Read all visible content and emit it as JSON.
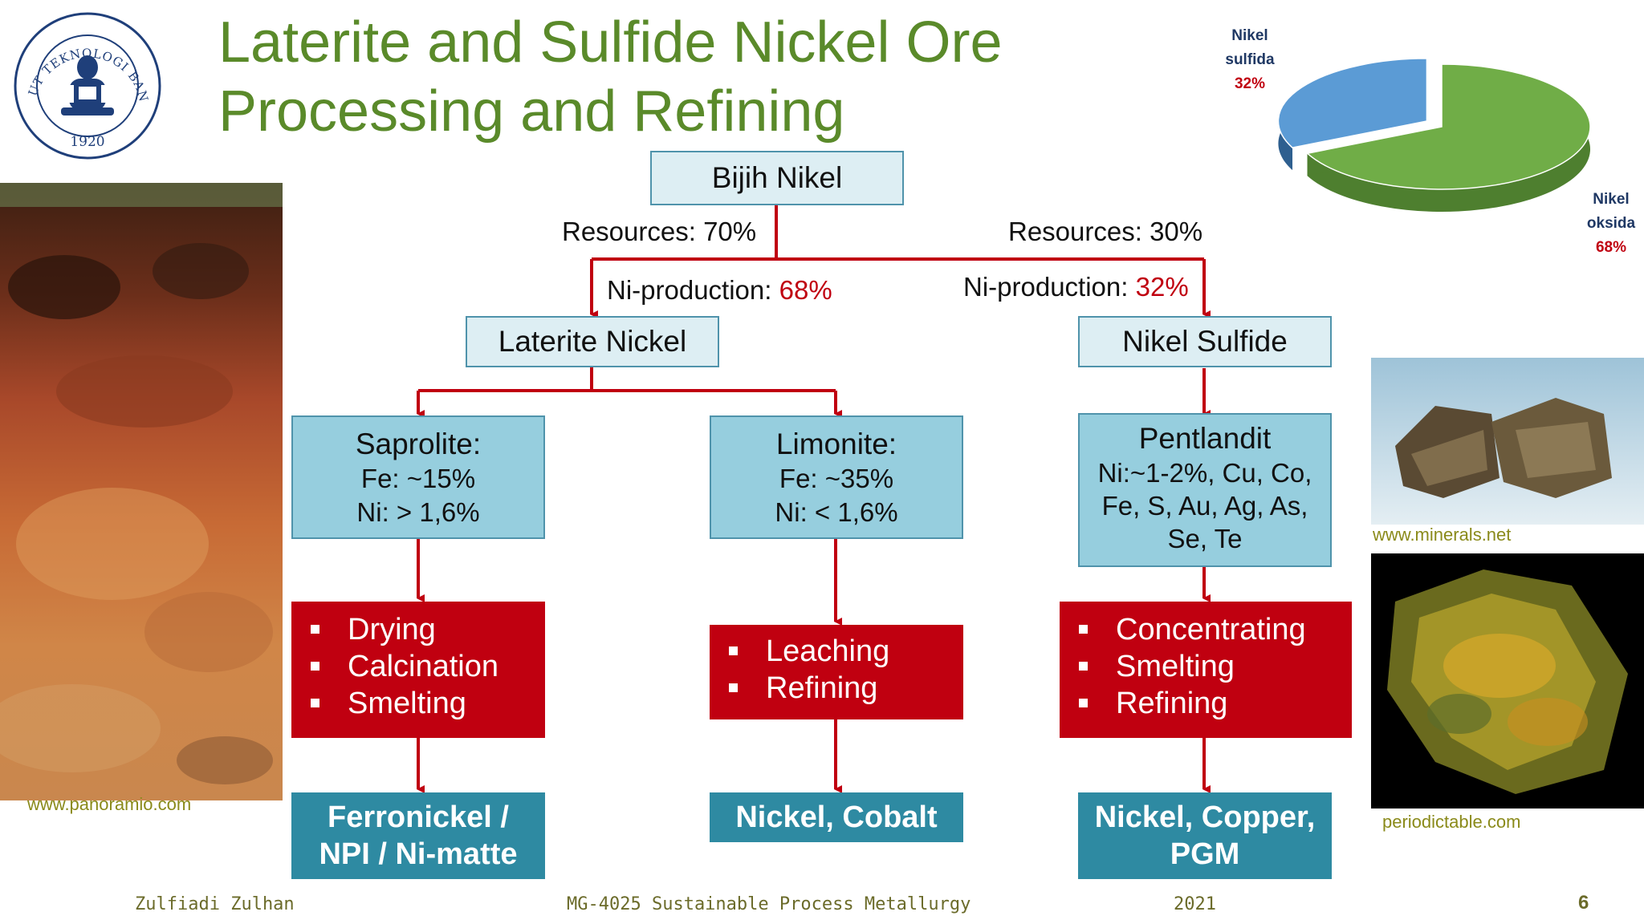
{
  "title": {
    "line1": "Laterite and Sulfide Nickel Ore",
    "line2": "Processing and Refining"
  },
  "logo": {
    "text_top": "INSTITUT TEKNOLOGI BANDUNG",
    "year": "1920"
  },
  "flow": {
    "root": "Bijih Nikel",
    "left_resources": "Resources: 70%",
    "right_resources": "Resources: 30%",
    "left_prod_label": "Ni-production: ",
    "left_prod_value": "68%",
    "right_prod_label": "Ni-production: ",
    "right_prod_value": "32%",
    "laterite": "Laterite Nickel",
    "sulfide": "Nikel Sulfide",
    "saprolite": {
      "title": "Saprolite:",
      "line1": "Fe: ~15%",
      "line2": "Ni: > 1,6%"
    },
    "limonite": {
      "title": "Limonite:",
      "line1": "Fe: ~35%",
      "line2": "Ni: < 1,6%"
    },
    "pentlandit": {
      "title": "Pentlandit",
      "line1": "Ni:~1-2%, Cu, Co,",
      "line2": "Fe, S, Au, Ag, As,",
      "line3": "Se, Te"
    },
    "process_left": [
      "Drying",
      "Calcination",
      "Smelting"
    ],
    "process_mid": [
      "Leaching",
      "Refining"
    ],
    "process_right": [
      "Concentrating",
      "Smelting",
      "Refining"
    ],
    "product_left": {
      "line1": "Ferronickel /",
      "line2": "NPI / Ni-matte"
    },
    "product_mid": {
      "line1": "Nickel, Cobalt"
    },
    "product_right": {
      "line1": "Nickel, Copper,",
      "line2": "PGM"
    }
  },
  "chart_data": {
    "type": "pie",
    "categories": [
      "Nikel sulfida",
      "Nikel oksida"
    ],
    "values": [
      32,
      68
    ],
    "labels": [
      {
        "line1": "Nikel",
        "line2": "sulfida",
        "pct": "32%"
      },
      {
        "line1": "Nikel",
        "line2": "oksida",
        "pct": "68%"
      }
    ],
    "colors": [
      "#5b9bd5",
      "#70ad47"
    ]
  },
  "credits": {
    "panoramio": "www.panoramio.com",
    "minerals": "www.minerals.net",
    "periodictable": "periodictable.com"
  },
  "footer": {
    "author": "Zulfiadi Zulhan",
    "course": "MG-4025 Sustainable Process Metallurgy",
    "year": "2021",
    "page": "6"
  },
  "colors": {
    "title": "#5a8a2a",
    "arrow": "#c00010",
    "light_box": "#ddeef3",
    "mid_box": "#96cede",
    "process_box": "#c00010",
    "product_box": "#2e8aa2"
  }
}
